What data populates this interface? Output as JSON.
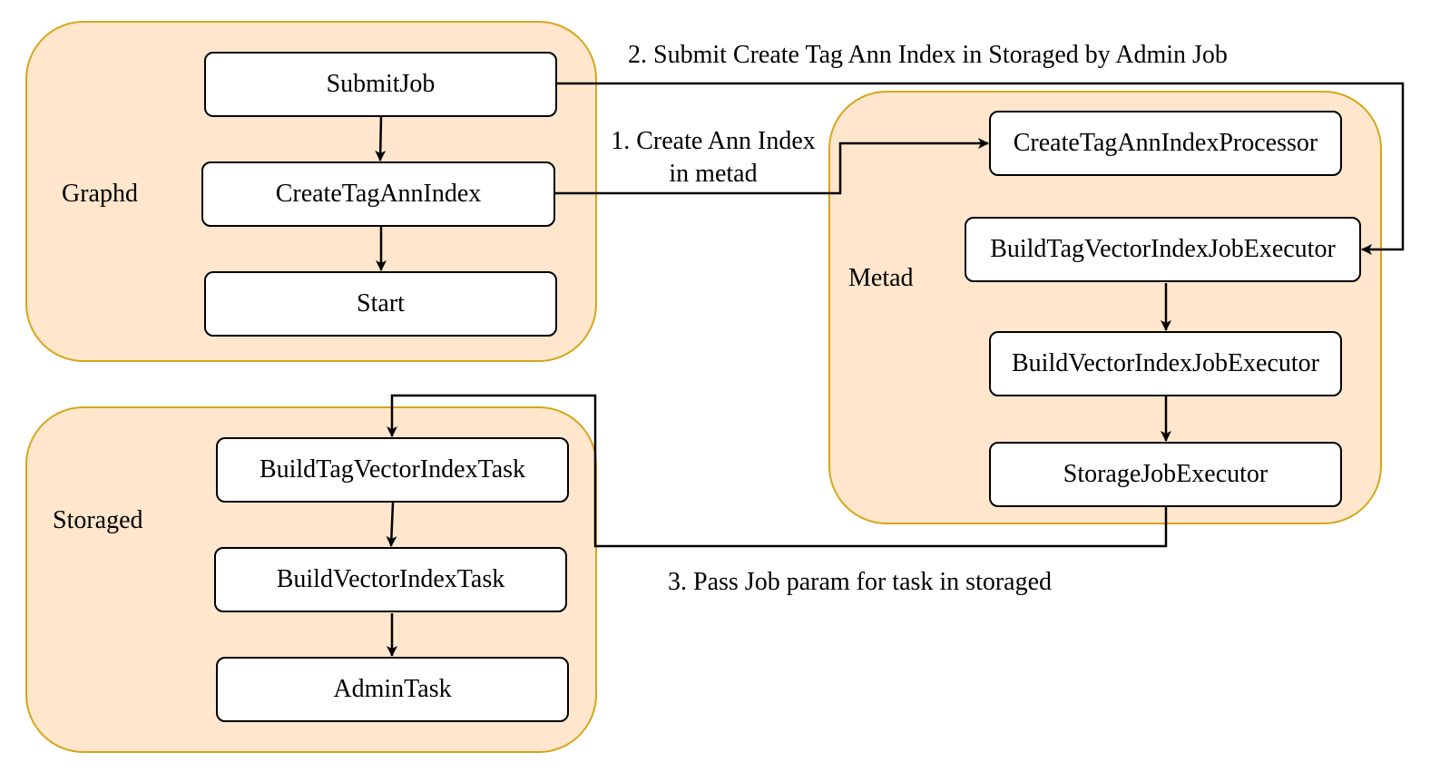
{
  "groups": {
    "graphd": "Graphd",
    "metad": "Metad",
    "storaged": "Storaged"
  },
  "nodes": {
    "submit_job": "SubmitJob",
    "create_tag_ann_index": "CreateTagAnnIndex",
    "start": "Start",
    "create_tag_ann_index_processor": "CreateTagAnnIndexProcessor",
    "build_tag_vector_index_job_executor": "BuildTagVectorIndexJobExecutor",
    "build_vector_index_job_executor": "BuildVectorIndexJobExecutor",
    "storage_job_executor": "StorageJobExecutor",
    "build_tag_vector_index_task": "BuildTagVectorIndexTask",
    "build_vector_index_task": "BuildVectorIndexTask",
    "admin_task": "AdminTask"
  },
  "edge_labels": {
    "step1_line1": "1. Create Ann Index",
    "step1_line2": "in metad",
    "step2": "2. Submit Create Tag Ann Index in Storaged by Admin Job",
    "step3": "3. Pass Job param for task in storaged"
  },
  "colors": {
    "group_fill": "#ffe6cc",
    "group_border": "#d6a619",
    "node_fill": "#ffffff",
    "edge": "#000000"
  }
}
